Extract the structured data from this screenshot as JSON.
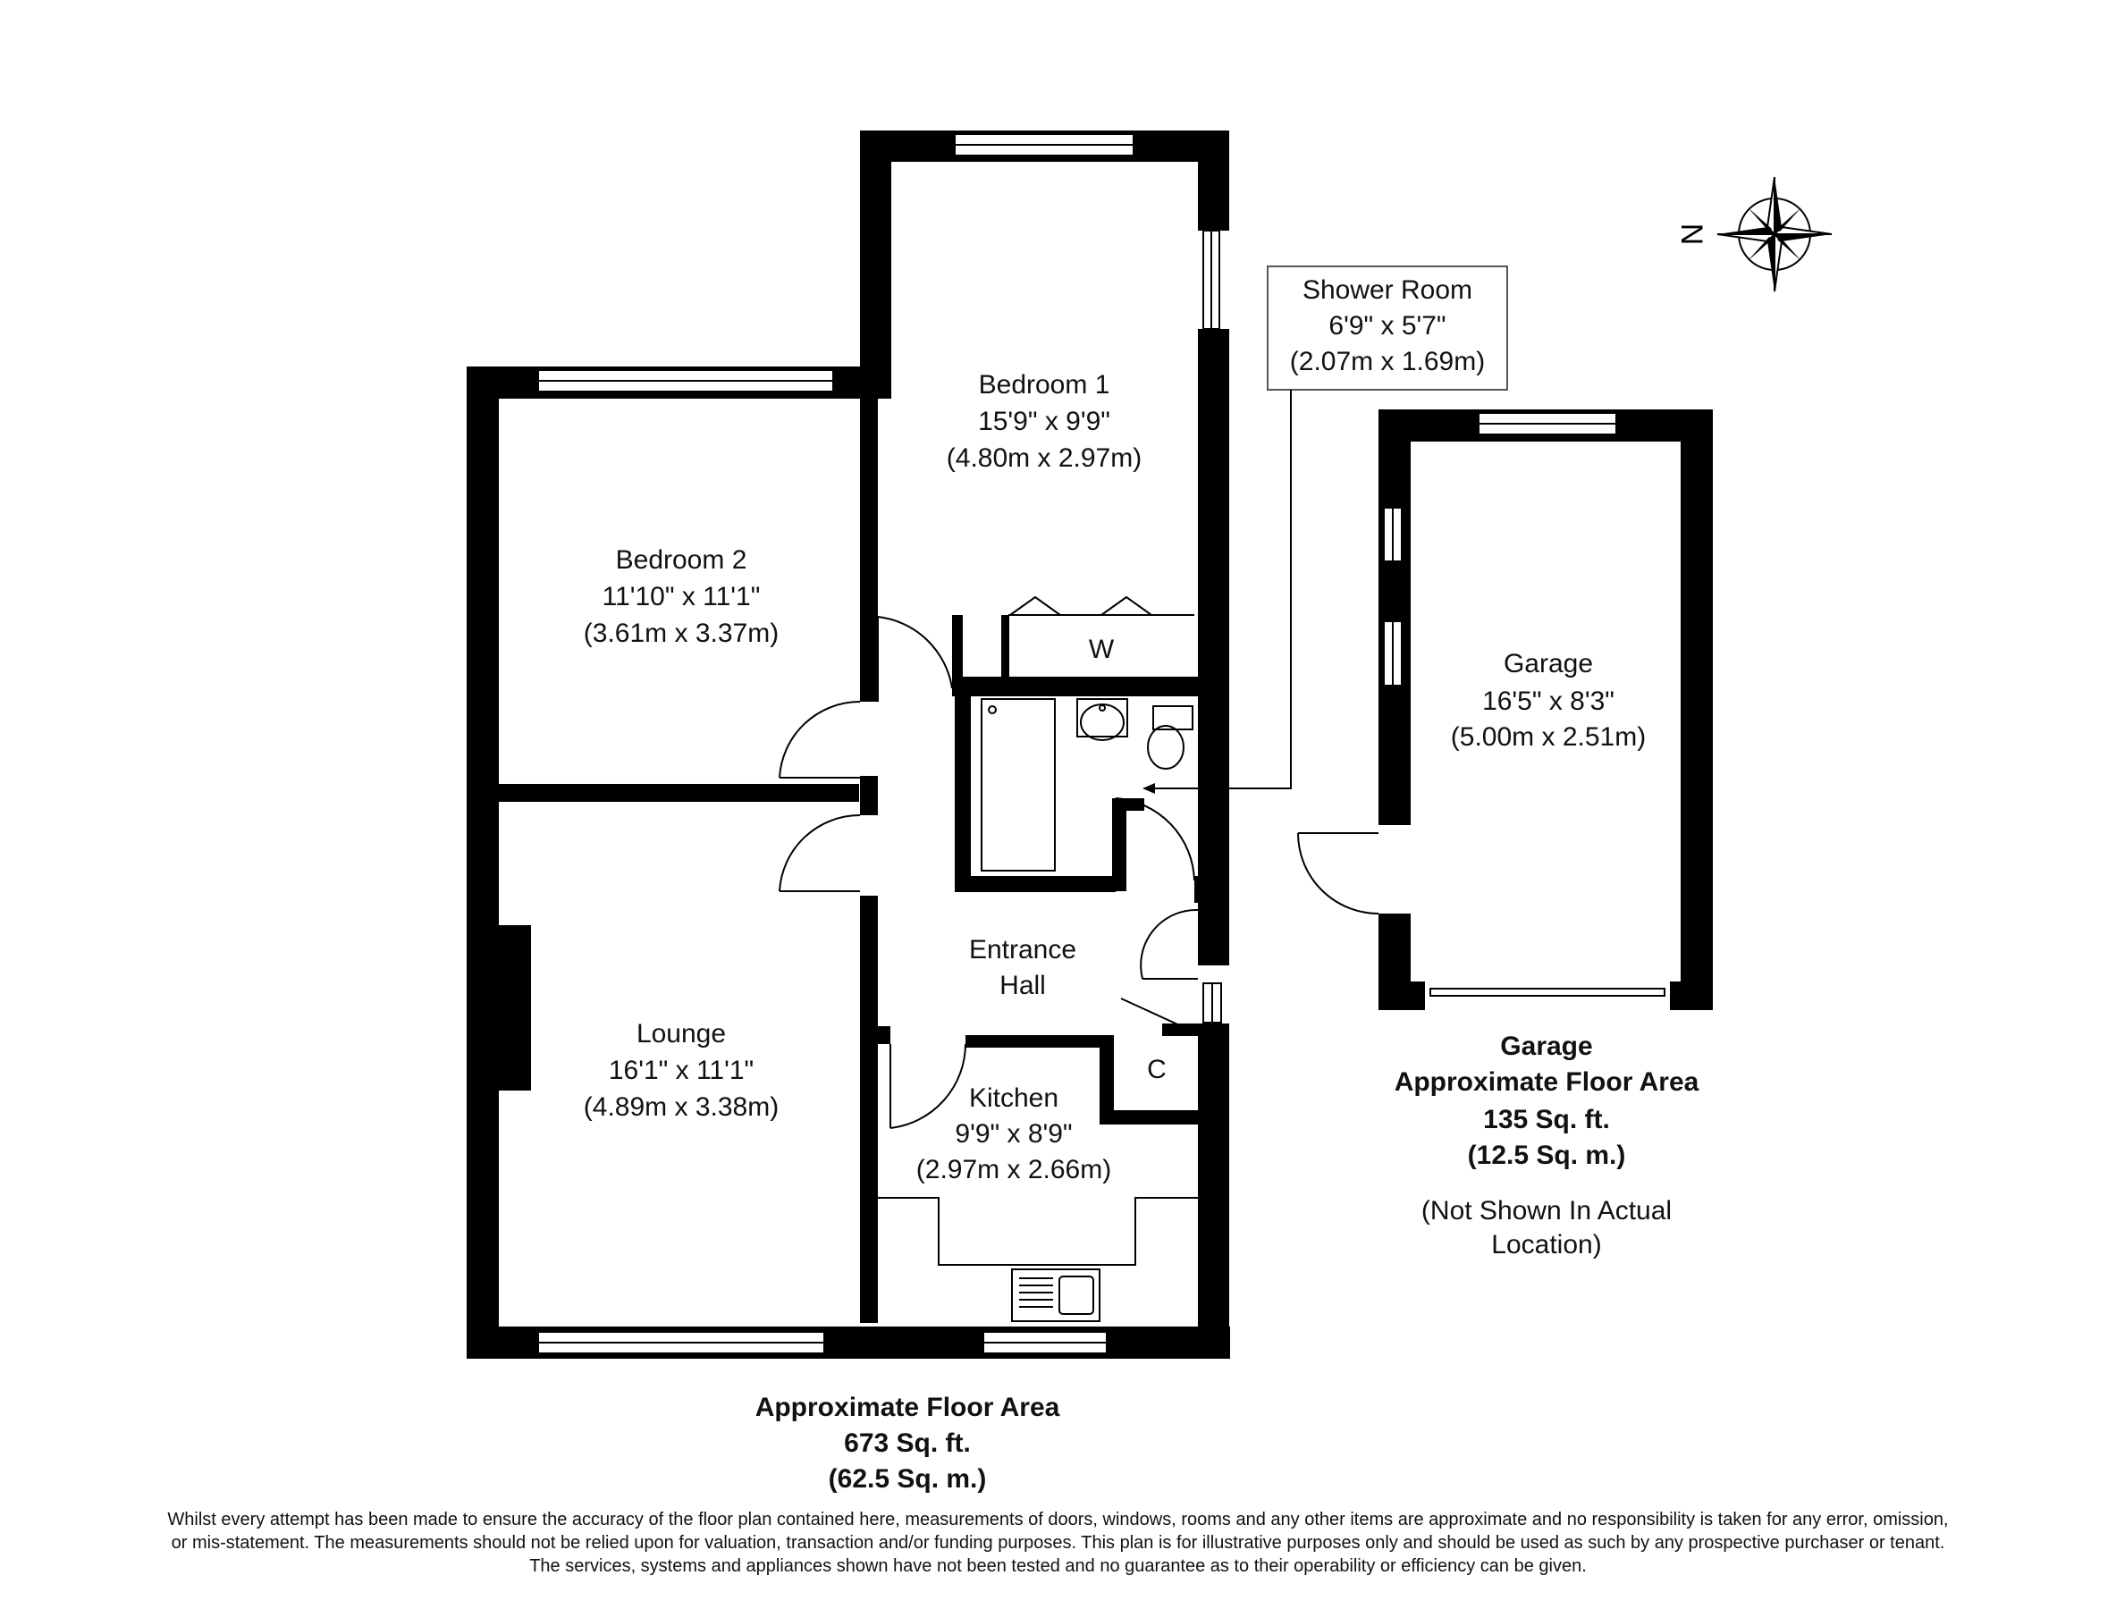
{
  "rooms": {
    "bedroom1": {
      "name": "Bedroom 1",
      "imperial": "15'9\" x 9'9\"",
      "metric": "(4.80m x 2.97m)"
    },
    "bedroom2": {
      "name": "Bedroom 2",
      "imperial": "11'10\" x 11'1\"",
      "metric": "(3.61m x 3.37m)"
    },
    "lounge": {
      "name": "Lounge",
      "imperial": "16'1\" x 11'1\"",
      "metric": "(4.89m x 3.38m)"
    },
    "kitchen": {
      "name": "Kitchen",
      "imperial": "9'9\" x 8'9\"",
      "metric": "(2.97m x 2.66m)"
    },
    "entrance_hall": {
      "line1": "Entrance",
      "line2": "Hall"
    },
    "shower_room": {
      "name": "Shower Room",
      "imperial": "6'9\" x 5'7\"",
      "metric": "(2.07m x 1.69m)"
    },
    "garage": {
      "name": "Garage",
      "imperial": "16'5\" x 8'3\"",
      "metric": "(5.00m x 2.51m)"
    },
    "wardrobe_label": "W",
    "cupboard_label": "C"
  },
  "compass": {
    "label": "N",
    "icon": "compass-rose-icon"
  },
  "main_area": {
    "title": "Approximate Floor Area",
    "sqft": "673 Sq. ft.",
    "sqm": "(62.5 Sq. m.)"
  },
  "garage_area": {
    "title1": "Garage",
    "title2": "Approximate Floor Area",
    "sqft": "135 Sq. ft.",
    "sqm": "(12.5 Sq. m.)",
    "note1": "(Not Shown In Actual",
    "note2": "Location)"
  },
  "disclaimer": {
    "line1": "Whilst every attempt has been made to ensure the accuracy of the floor plan contained here, measurements of doors, windows, rooms and any other items are approximate and no responsibility is taken for any error, omission,",
    "line2": "or mis-statement. The measurements should not be relied upon for valuation, transaction and/or funding purposes. This plan is for illustrative purposes only and should be used as such by any prospective purchaser or tenant.",
    "line3": "The services, systems and appliances shown have not been tested and no guarantee as to their operability or efficiency can be given."
  },
  "colors": {
    "walls": "#000000",
    "background": "#ffffff",
    "text": "#111111"
  }
}
